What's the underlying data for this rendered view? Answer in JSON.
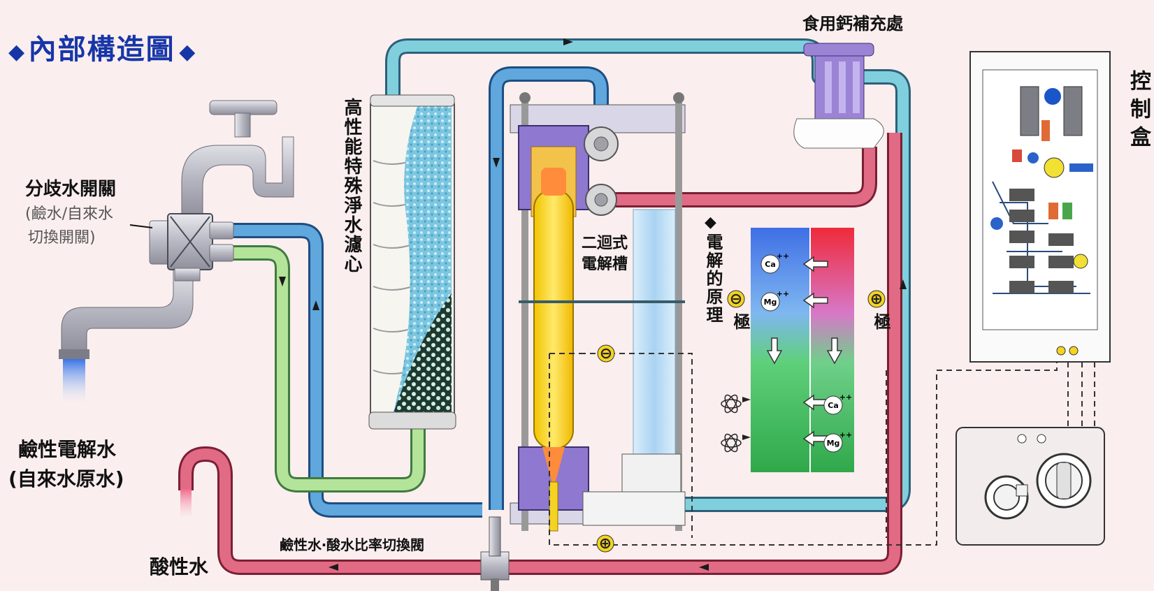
{
  "title": {
    "left_mark": "◆",
    "text": "內部構造圖",
    "right_mark": "◆"
  },
  "labels": {
    "calcium_supply": "食用鈣補充處",
    "control_box": "控制盒",
    "branch_switch_title": "分歧水開關",
    "branch_switch_sub1": "(鹼水/自來水",
    "branch_switch_sub2": "切換開關)",
    "alkaline_water": "鹼性電解水",
    "tap_water": "(自來水原水)",
    "filter": "高性能特殊淨水濾心",
    "electrolytic_cell_1": "二迴式",
    "electrolytic_cell_2": "電解槽",
    "principle_mark": "◆",
    "principle": "電解的原理",
    "negative_pole": "極",
    "positive_pole": "極",
    "ratio_switch": "鹼性水‧酸水比率切換閥",
    "acidic_water": "酸性水"
  },
  "symbols": {
    "minus": "⊖",
    "plus": "⊕",
    "ion_ca": "Ca",
    "ion_mg": "Mg",
    "ion_charge": "++"
  },
  "colors": {
    "title_blue": "#1636a8",
    "pipe_blue": "#4f9fd8",
    "pipe_cyan": "#66c2cf",
    "pipe_green": "#a8dc8c",
    "pipe_red": "#d9536d",
    "electrode_yellow": "#f4d322",
    "cell_purple": "#8a6bc8",
    "background": "#fbeeee"
  }
}
